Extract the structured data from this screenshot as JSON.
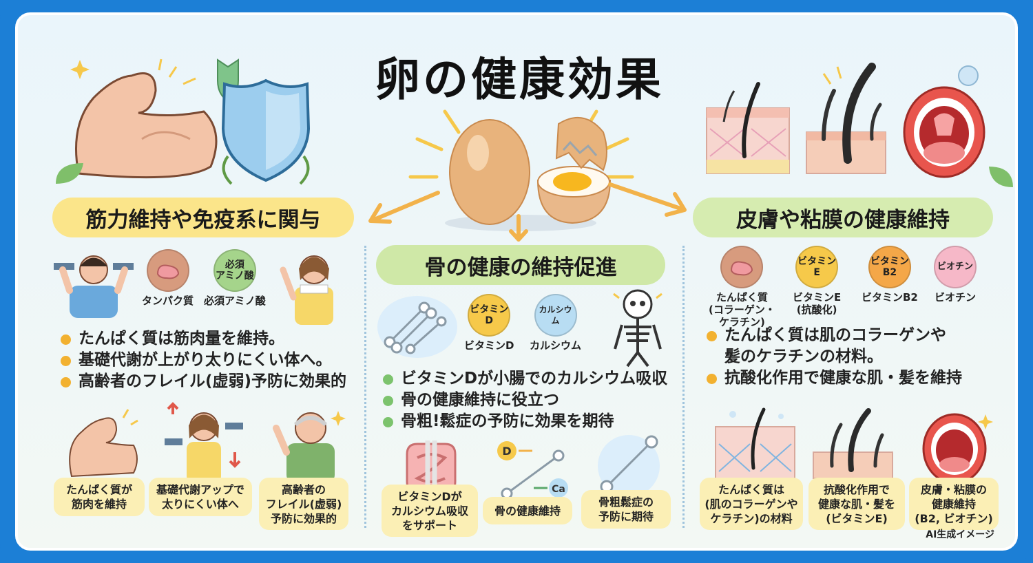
{
  "title": "卵の健康効果",
  "credit": "AI生成イメージ",
  "colors": {
    "frame": "#1c7fd6",
    "yellow_pill": "#fbe58a",
    "green_pill": "#cfe8a7",
    "arrow": "#f2b24a"
  },
  "left": {
    "heading": "筋力維持や免疫系に関与",
    "nutrients": [
      {
        "icon": "protein-icon",
        "label": "タンパク質"
      },
      {
        "icon_text": "必須\nアミノ酸",
        "label": "必須アミノ酸"
      }
    ],
    "bullets": [
      "たんぱく質は筋肉量を維持。",
      "基礎代謝が上がり太りにくい体へ。",
      "高齢者のフレイル(虚弱)予防に効果的"
    ],
    "captions": [
      "たんぱく質が\n筋肉を維持",
      "基礎代謝アップで\n太りにくい体へ",
      "高齢者の\nフレイル(虚弱)\n予防に効果的"
    ]
  },
  "middle": {
    "heading": "骨の健康の維持促進",
    "nutrients": [
      {
        "icon_text": "ビタミン\nD",
        "label": "ビタミンD"
      },
      {
        "icon_text": "カルシウム",
        "label": "カルシウム"
      }
    ],
    "bullets": [
      "ビタミンDが小腸でのカルシウム吸収",
      "骨の健康維持に役立つ",
      "骨粗!鬆症の予防に効果を期待"
    ],
    "captions": [
      "ビタミンDが\nカルシウム吸収\nをサポート",
      "骨の健康維持",
      "骨粗鬆症の\n予防に期待"
    ],
    "marks": {
      "d": "D",
      "ca": "Ca"
    }
  },
  "right": {
    "heading": "皮膚や粘膜の健康維持",
    "nutrients": [
      {
        "icon": "protein-icon",
        "label": "たんぱく質\n(コラーゲン・\nケラチン)"
      },
      {
        "icon_text": "ビタミン\nE",
        "label": "ビタミンE\n(抗酸化)"
      },
      {
        "icon_text": "ビタミン\nB2",
        "label": "ビタミンB2"
      },
      {
        "icon_text": "ビオチン",
        "label": "ビオチン"
      }
    ],
    "bullets": [
      "たんぱく質は肌のコラーゲンや",
      "髪のケラチンの材料。",
      "抗酸化作用で健康な肌・髪を維持"
    ],
    "captions": [
      "たんぱく質は\n(肌のコラーゲンや\nケラチン)の材料",
      "抗酸化作用で\n健康な肌・髪を\n(ビタミンE)",
      "皮膚・粘膜の\n健康維持\n(B2, ビオチン)"
    ]
  }
}
